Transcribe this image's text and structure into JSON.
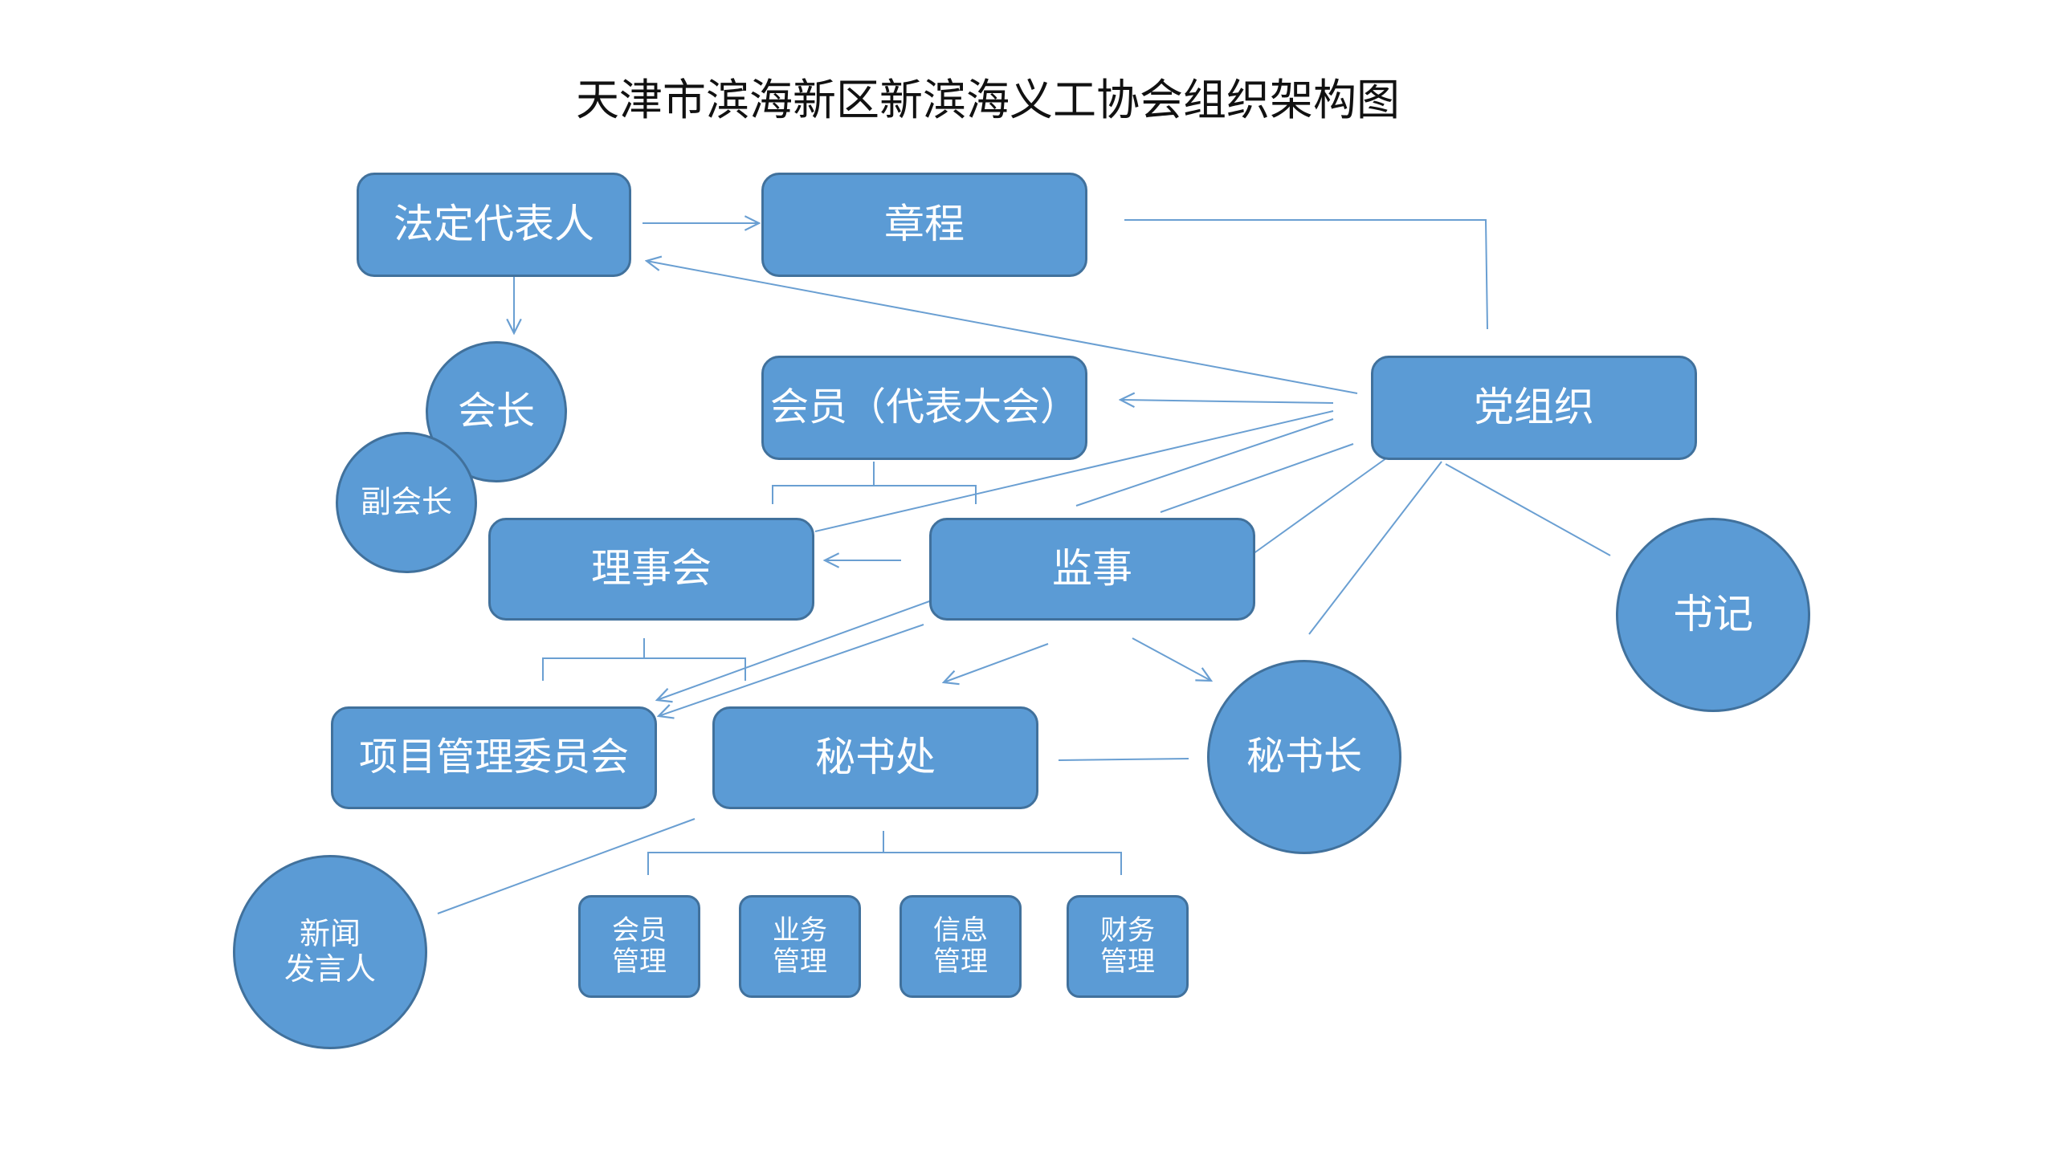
{
  "title": "天津市滨海新区新滨海义工协会组织架构图",
  "colors": {
    "node_fill": "#5b9bd5",
    "node_border": "#41719c",
    "connector": "#6a9fd2"
  },
  "nodes": {
    "legal_rep": "法定代表人",
    "charter": "章程",
    "party_org": "党组织",
    "president": "会长",
    "vice_president": "副会长",
    "members_congress": "会员（代表大会）",
    "council": "理事会",
    "supervisor": "监事",
    "secretary_party": "书记",
    "project_committee": "项目管理委员会",
    "secretariat": "秘书处",
    "secretary_general": "秘书长",
    "spokesperson": {
      "line1": "新闻",
      "line2": "发言人"
    },
    "member_mgmt": {
      "line1": "会员",
      "line2": "管理"
    },
    "business_mgmt": {
      "line1": "业务",
      "line2": "管理"
    },
    "info_mgmt": {
      "line1": "信息",
      "line2": "管理"
    },
    "finance_mgmt": {
      "line1": "财务",
      "line2": "管理"
    }
  }
}
